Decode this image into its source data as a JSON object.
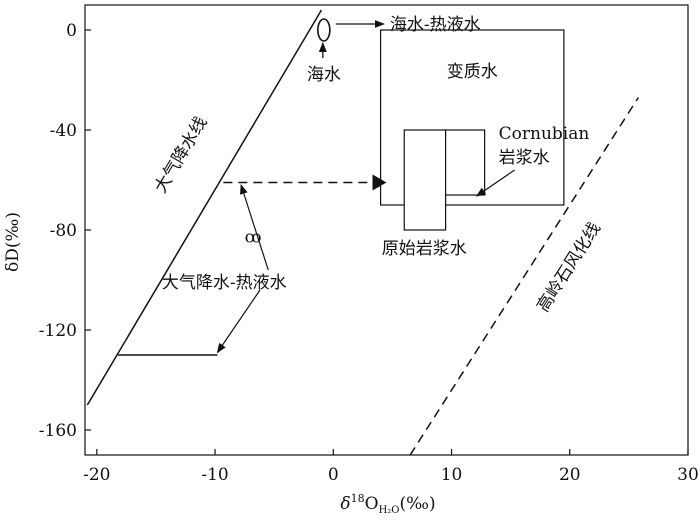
{
  "chart_data": {
    "type": "line",
    "title": "",
    "xlabel": {
      "main": "δ",
      "sup": "18",
      "base": "O",
      "sub": "H₂O",
      "tail": "(‰)"
    },
    "ylabel": "δD(‰)",
    "xlim": [
      -21,
      30
    ],
    "ylim": [
      -170,
      10
    ],
    "xticks": [
      -20,
      -10,
      0,
      10,
      20,
      30
    ],
    "yticks": [
      0,
      -40,
      -80,
      -120,
      -160
    ],
    "xtick_labels": [
      "-20",
      "-10",
      "0",
      "10",
      "20",
      "30"
    ],
    "ytick_labels": [
      "0",
      "-40",
      "-80",
      "-120",
      "-160"
    ],
    "grid": false,
    "lines": [
      {
        "id": "meteoric",
        "style": "solid",
        "x": [
          -20.8,
          -1.0
        ],
        "y": [
          -150,
          8
        ],
        "label": "大气降水线"
      },
      {
        "id": "kaolinite",
        "style": "dashed",
        "x": [
          6.5,
          25.8
        ],
        "y": [
          -170,
          -27
        ],
        "label": "高岭石风化线"
      },
      {
        "id": "mixing-arrow",
        "style": "dashed",
        "x": [
          -9.3,
          4.5
        ],
        "y": [
          -61,
          -61
        ]
      },
      {
        "id": "low-segment",
        "style": "solid",
        "x": [
          -18.2,
          -9.8
        ],
        "y": [
          -130,
          -130
        ]
      }
    ],
    "regions": [
      {
        "id": "metamorphic",
        "label": "变质水",
        "x": [
          4,
          19.5
        ],
        "y": [
          -70,
          0
        ]
      },
      {
        "id": "primary-magmatic",
        "label": "原始岩浆水",
        "x": [
          6,
          9.5
        ],
        "y": [
          -80,
          -40
        ]
      },
      {
        "id": "cornubian",
        "label": "Cornubian岩浆水",
        "x": [
          9.5,
          12.8
        ],
        "y": [
          -66,
          -40
        ]
      }
    ],
    "seawater": {
      "label": "海水",
      "x": -0.8,
      "y": 0
    },
    "annotations": [
      {
        "id": "seawater-hydrothermal",
        "text": "海水-热液水"
      },
      {
        "id": "meteoric-hydrothermal",
        "text": "大气降水-热液水"
      },
      {
        "id": "cornubian-line1",
        "text": "Cornubian"
      },
      {
        "id": "cornubian-line2",
        "text": "岩浆水"
      },
      {
        "id": "small-mark",
        "text": "ꝏ"
      }
    ]
  }
}
